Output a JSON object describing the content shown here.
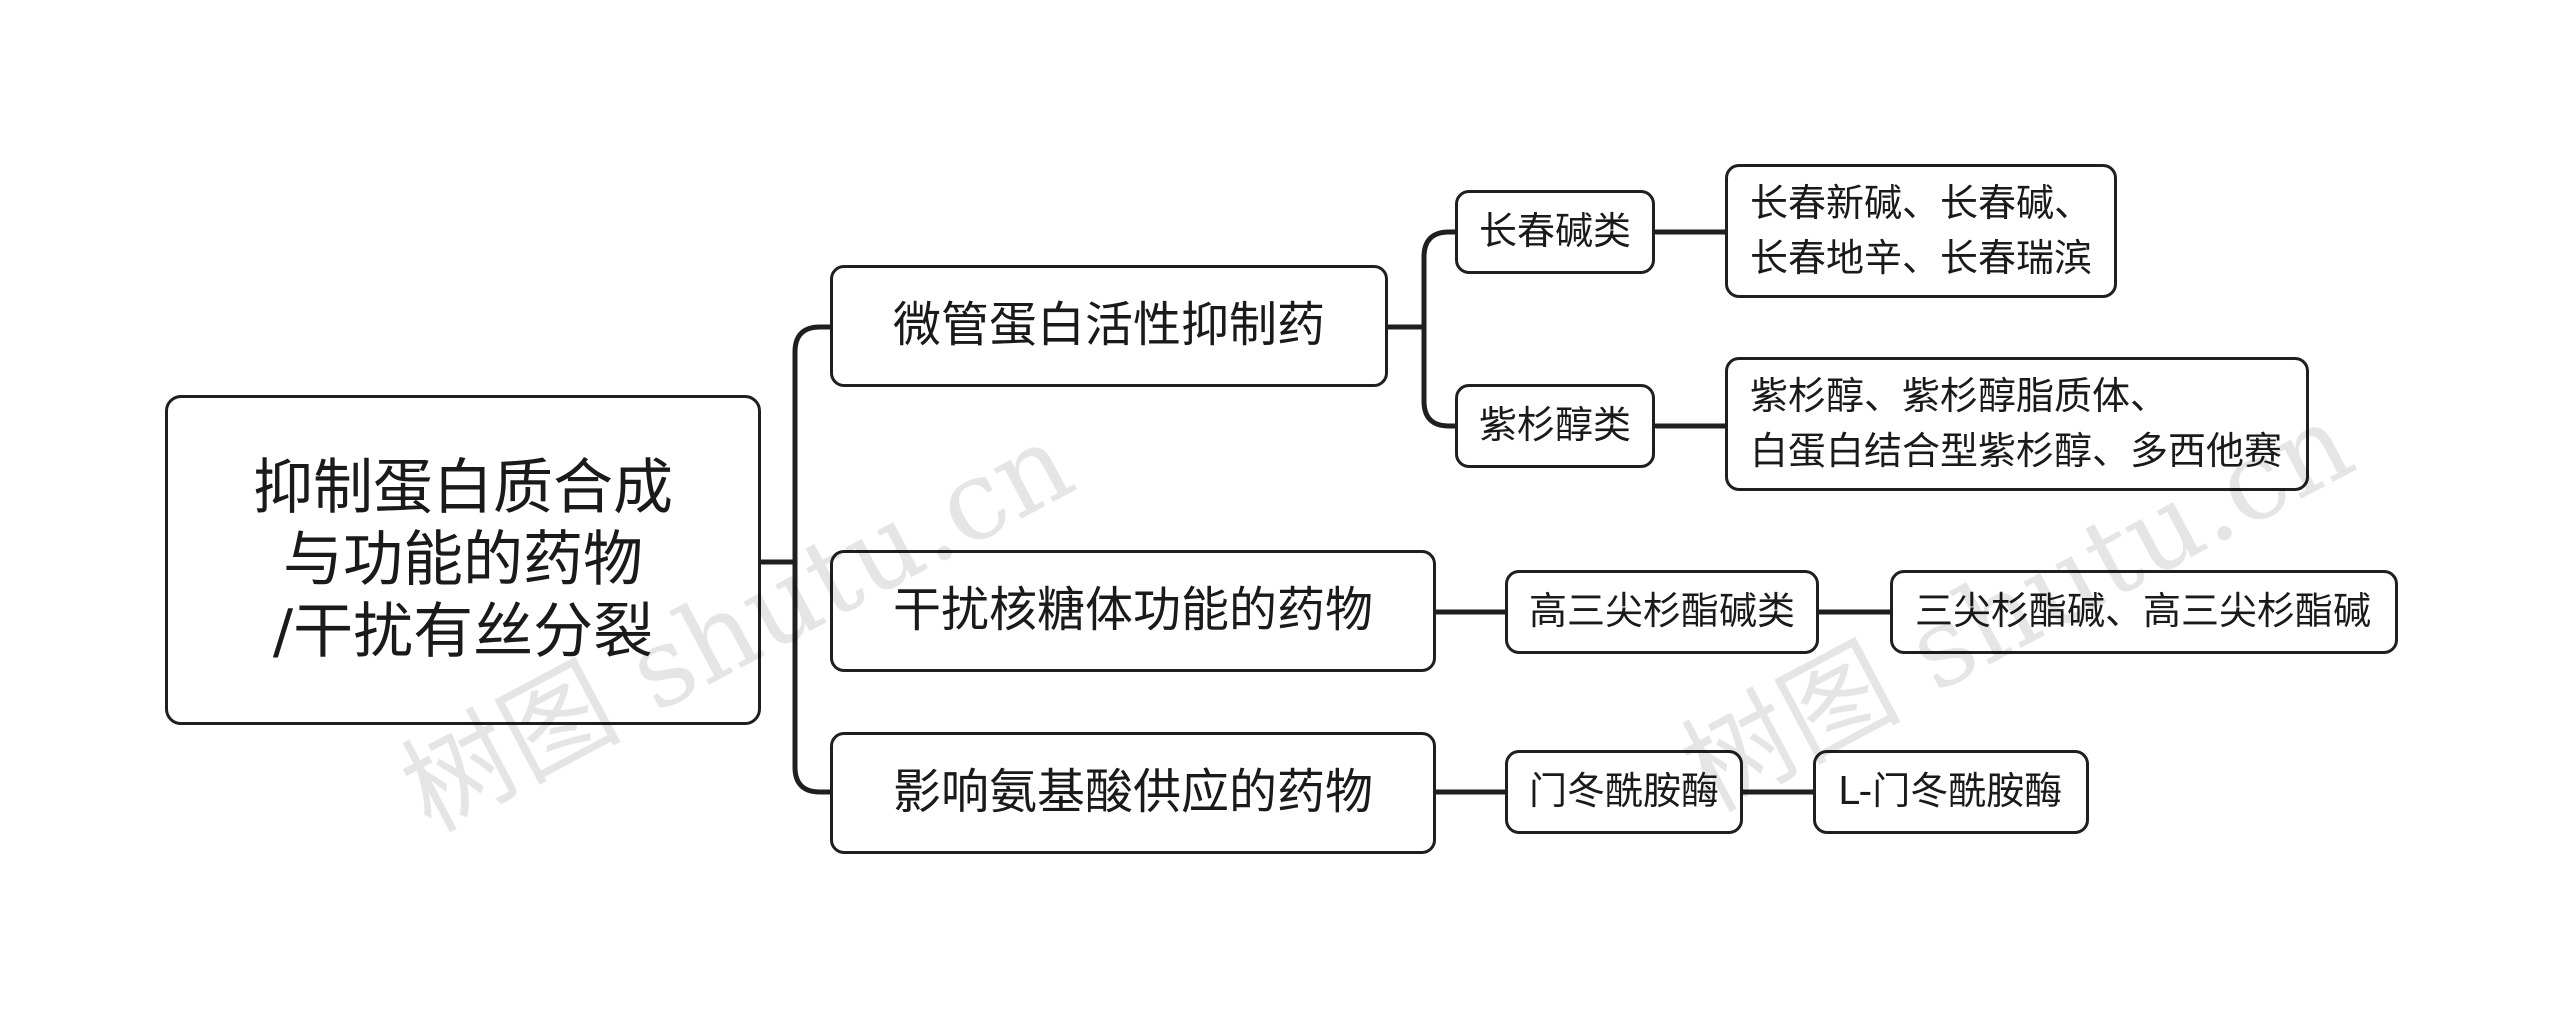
{
  "root": {
    "label": "抑制蛋白质合成\n与功能的药物\n/干扰有丝分裂"
  },
  "branches": [
    {
      "label": "微管蛋白活性抑制药",
      "children": [
        {
          "label": "长春碱类",
          "detail": "长春新碱、长春碱、\n长春地辛、长春瑞滨"
        },
        {
          "label": "紫杉醇类",
          "detail": "紫杉醇、紫杉醇脂质体、\n白蛋白结合型紫杉醇、多西他赛"
        }
      ]
    },
    {
      "label": "干扰核糖体功能的药物",
      "children": [
        {
          "label": "高三尖杉酯碱类",
          "detail": "三尖杉酯碱、高三尖杉酯碱"
        }
      ]
    },
    {
      "label": "影响氨基酸供应的药物",
      "children": [
        {
          "label": "门冬酰胺酶",
          "detail": "L-门冬酰胺酶"
        }
      ]
    }
  ],
  "watermarks": [
    "树图 shutu.cn",
    "树图 shutu.cn"
  ],
  "colors": {
    "line": "#1f1f1f",
    "border": "#1f1f1f",
    "text": "#1a1a1a"
  }
}
